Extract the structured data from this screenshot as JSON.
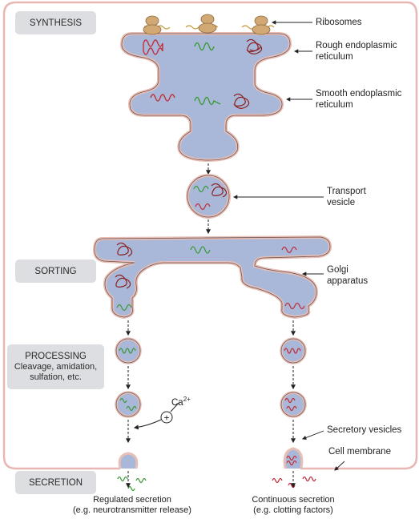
{
  "stages": {
    "synthesis": "SYNTHESIS",
    "sorting": "SORTING",
    "processing_title": "PROCESSING",
    "processing_sub1": "Cleavage, amidation,",
    "processing_sub2": "sulfation, etc.",
    "secretion": "SECRETION"
  },
  "labels": {
    "ribosomes": "Ribosomes",
    "rer_line1": "Rough endoplasmic",
    "rer_line2": "reticulum",
    "ser_line1": "Smooth endoplasmic",
    "ser_line2": "reticulum",
    "transport_line1": "Transport",
    "transport_line2": "vesicle",
    "golgi_line1": "Golgi",
    "golgi_line2": "apparatus",
    "secretory_vesicles": "Secretory vesicles",
    "cell_membrane": "Cell membrane",
    "calcium": "Ca",
    "calcium_charge": "2+",
    "plus": "+"
  },
  "captions": {
    "regulated_line1": "Regulated secretion",
    "regulated_line2": "(e.g. neurotransmitter release)",
    "continuous_line1": "Continuous secretion",
    "continuous_line2": "(e.g. clotting factors)"
  },
  "colors": {
    "organelle_fill": "#a9b8d8",
    "membrane": "#e7bfb6",
    "outline": "#5f4a4a",
    "cell_border": "#e8b7b4",
    "red_protein": "#c0303d",
    "green_protein": "#3e9a3e",
    "ribosome": "#d2a975",
    "stage_box": "#dcdee2"
  }
}
